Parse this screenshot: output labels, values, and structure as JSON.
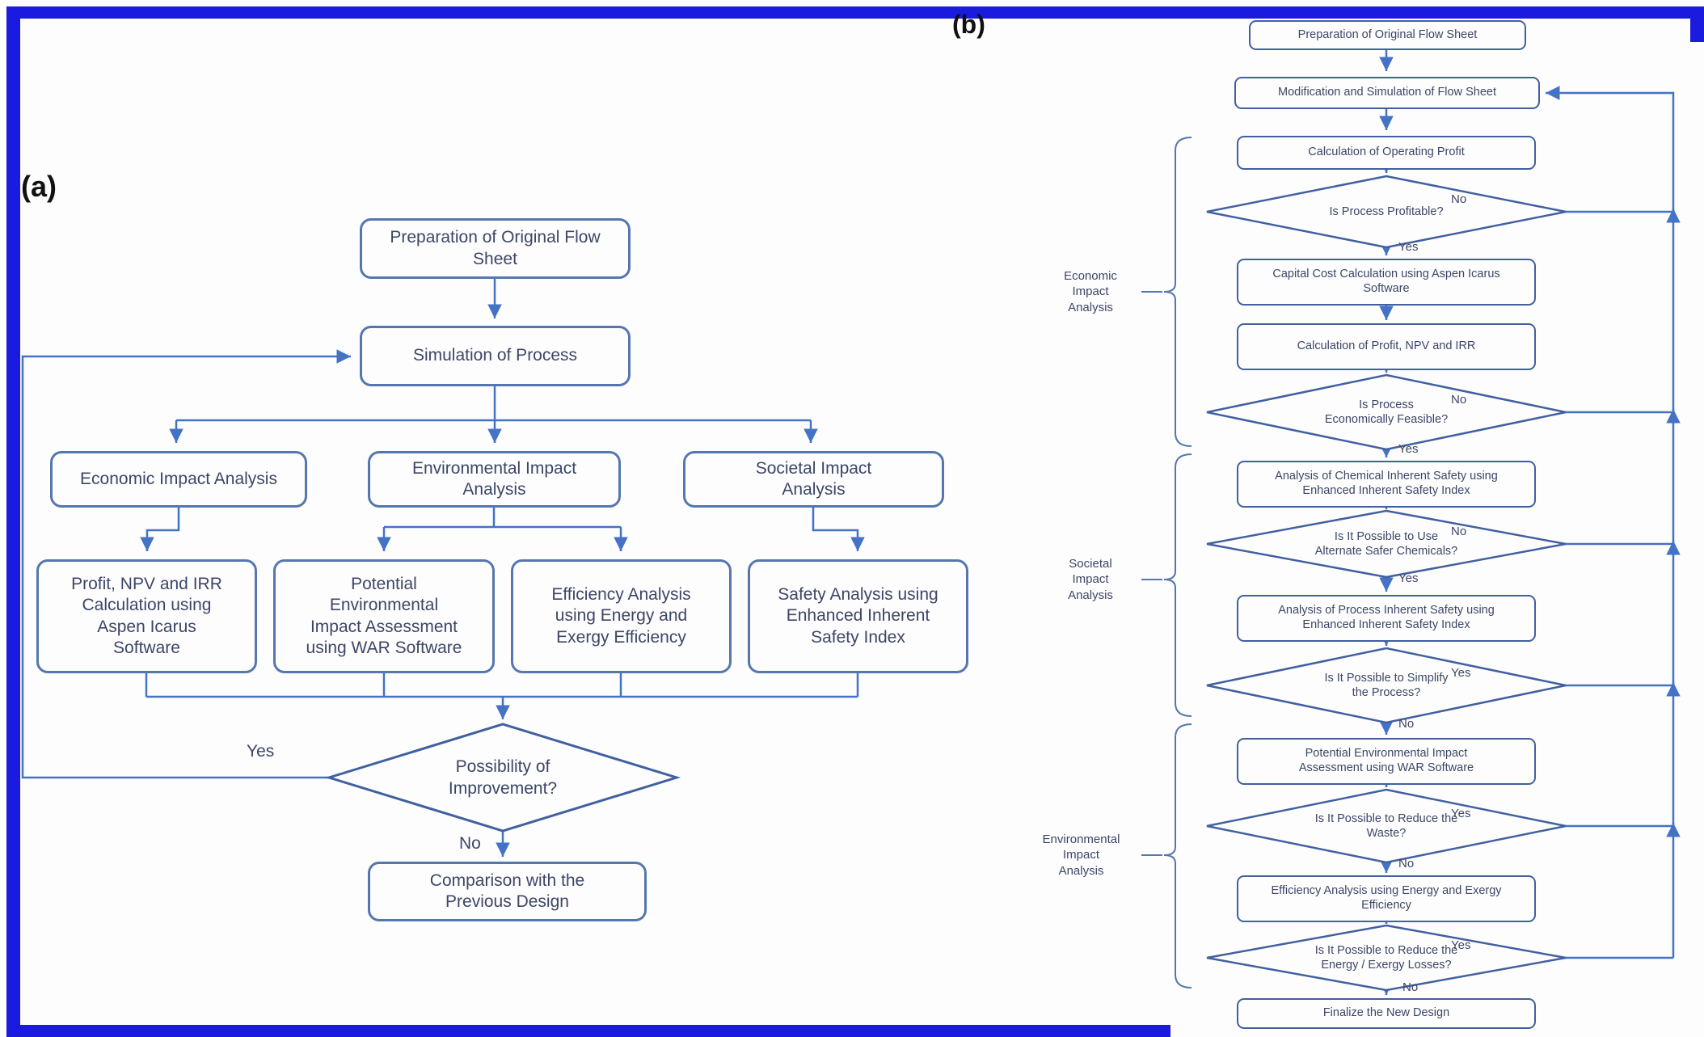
{
  "figure": {
    "colors": {
      "frame_blue": "#1b1bdf",
      "connector_blue": "#4472c4",
      "box_border_blue": "#41609f",
      "text_navy": "#3d4666"
    },
    "panel_a": {
      "label": "(a)",
      "nodes": {
        "preparation": "Preparation of Original Flow\nSheet",
        "simulation": "Simulation of Process",
        "economic": "Economic Impact Analysis",
        "environmental": "Environmental Impact\nAnalysis",
        "societal": "Societal Impact\nAnalysis",
        "profit": "Profit, NPV and IRR\nCalculation using\nAspen Icarus\nSoftware",
        "war": "Potential\nEnvironmental\nImpact Assessment\nusing WAR Software",
        "efficiency": "Efficiency Analysis\nusing Energy and\nExergy Efficiency",
        "safety": "Safety Analysis using\nEnhanced Inherent\nSafety Index",
        "decision": "Possibility of\nImprovement?",
        "comparison": "Comparison with the\nPrevious Design"
      },
      "branches": {
        "yes": "Yes",
        "no": "No"
      }
    },
    "panel_b": {
      "label": "(b)",
      "sections": [
        {
          "label": "Economic\nImpact\nAnalysis"
        },
        {
          "label": "Societal\nImpact\nAnalysis"
        },
        {
          "label": "Environmental\nImpact\nAnalysis"
        }
      ],
      "nodes": {
        "preparation": "Preparation of Original Flow Sheet",
        "modification": "Modification and Simulation of Flow Sheet",
        "operating_profit": "Calculation of Operating Profit",
        "capital_cost": "Capital Cost Calculation using Aspen Icarus\nSoftware",
        "profit_npv_irr": "Calculation of Profit, NPV and IRR",
        "chemical_safety": "Analysis of Chemical Inherent Safety using\nEnhanced Inherent Safety Index",
        "process_safety": "Analysis of Process Inherent Safety using\nEnhanced Inherent Safety Index",
        "war_assessment": "Potential Environmental Impact\nAssessment using WAR Software",
        "efficiency": "Efficiency Analysis using Energy and Exergy\nEfficiency",
        "finalize": "Finalize the New Design"
      },
      "decisions": [
        {
          "text": "Is Process Profitable?",
          "right": "No",
          "down": "Yes"
        },
        {
          "text": "Is Process\nEconomically Feasible?",
          "right": "No",
          "down": "Yes"
        },
        {
          "text": "Is It Possible to Use\nAlternate Safer Chemicals?",
          "right": "No",
          "down": "Yes"
        },
        {
          "text": "Is It Possible to Simplify\nthe Process?",
          "right": "Yes",
          "down": "No"
        },
        {
          "text": "Is It Possible to Reduce the\nWaste?",
          "right": "Yes",
          "down": "No"
        },
        {
          "text": "Is It Possible to Reduce the\nEnergy / Exergy Losses?",
          "right": "Yes",
          "down": "No"
        }
      ]
    }
  }
}
